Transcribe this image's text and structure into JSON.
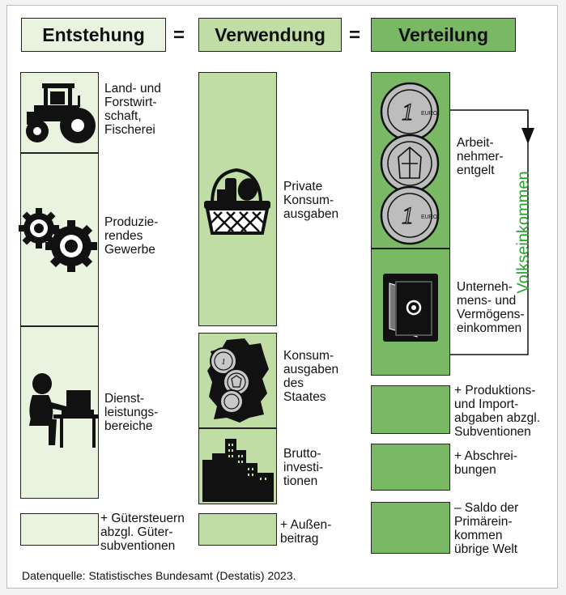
{
  "headers": {
    "entstehung": "Entstehung",
    "verwendung": "Verwendung",
    "verteilung": "Verteilung",
    "equals": "="
  },
  "entstehung": {
    "land": "Land- und\nForstwirt-\nschaft,\nFischerei",
    "produzierend": "Produzie-\nrendes\nGewerbe",
    "dienst": "Dienst-\nleistungs-\nbereiche",
    "guetersteuern": "+ Gütersteuern\nabzgl. Güter-\nsubventionen"
  },
  "verwendung": {
    "privat": "Private\nKonsum-\nausgaben",
    "staat": "Konsum-\nausgaben\ndes\nStaates",
    "brutto": "Brutto-\ninvesti-\ntionen",
    "aussen": "+ Außen-\nbeitrag"
  },
  "verteilung": {
    "arbeit": "Arbeit-\nnehmer-\nentgelt",
    "unternehmen": "Unterneh-\nmens- und\nVermögens-\neinkommen",
    "volkseinkommen": "Volkseinkommen",
    "produktion": "+ Produktions-\nund Import-\nabgaben abzgl.\nSubventionen",
    "abschreibung": "+ Abschrei-\nbungen",
    "saldo": "– Saldo der\nPrimärein-\nkommen\nübrige Welt"
  },
  "source": "Datenquelle: Statistisches Bundesamt (Destatis) 2023.",
  "coin_text": "EURO",
  "colors": {
    "light": "#e9f3df",
    "medium": "#bfdda5",
    "dark": "#79b964",
    "accent": "#27a22a"
  }
}
